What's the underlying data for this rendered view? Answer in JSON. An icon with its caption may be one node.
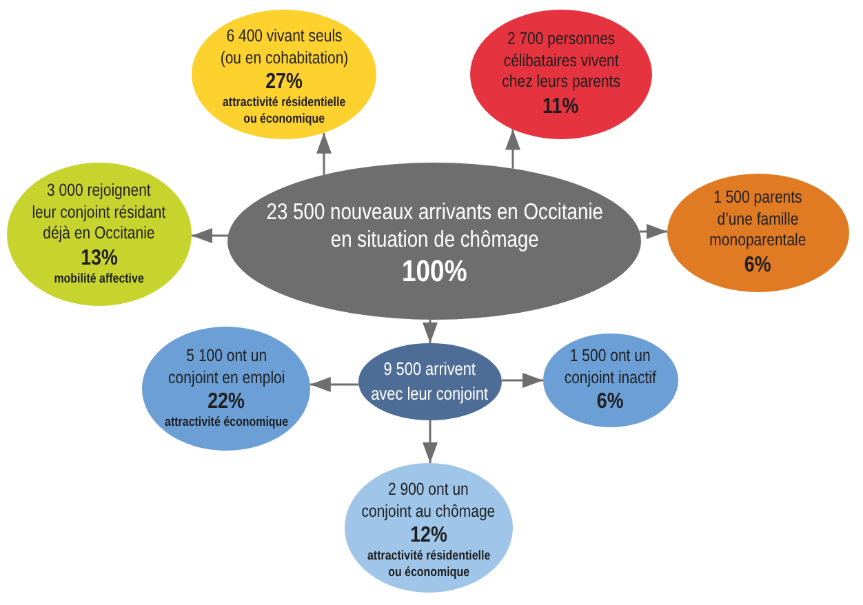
{
  "diagram": {
    "nodes": [
      {
        "text": [
          "6 400 vivant seuls (ou en cohabitation)",
          "27%",
          "attractivité résidentielle ou économique"
        ]
      },
      {
        "text": [
          "2 700 personnes célibataires vivent chez leurs parents",
          "11%"
        ]
      },
      {
        "text": [
          "3 000 rejoignent leur conjoint résidant déjà en Occitanie",
          "13%",
          "mobilité affective"
        ]
      },
      {
        "text": [
          "23 500 nouveaux arrivants en Occitanie en situation de chômage",
          "100%"
        ]
      },
      {
        "text": [
          "1 500 parents d’une famille monoparentale",
          "6%"
        ]
      },
      {
        "text": [
          "5 100 ont un conjoint en emploi",
          "22%",
          "attractivité économique"
        ]
      },
      {
        "text": [
          "9 500 arrivent avec leur conjoint"
        ]
      },
      {
        "text": [
          "1 500 ont un conjoint inactif",
          "6%"
        ]
      },
      {
        "text": [
          "2 900 ont un conjoint au chômage",
          "12%",
          "attractivité résidentielle ou économique"
        ]
      }
    ],
    "edges": [
      {
        "from": 3,
        "to": 0,
        "arrow": "to"
      },
      {
        "from": 3,
        "to": 1,
        "arrow": "to"
      },
      {
        "from": 3,
        "to": 2,
        "arrow": "to"
      },
      {
        "from": 3,
        "to": 4,
        "arrow": "to"
      },
      {
        "from": 3,
        "to": 6,
        "arrow": "to"
      },
      {
        "from": 6,
        "to": 5,
        "arrow": "to"
      },
      {
        "from": 6,
        "to": 7,
        "arrow": "to"
      },
      {
        "from": 6,
        "to": 8,
        "arrow": "to"
      }
    ]
  }
}
